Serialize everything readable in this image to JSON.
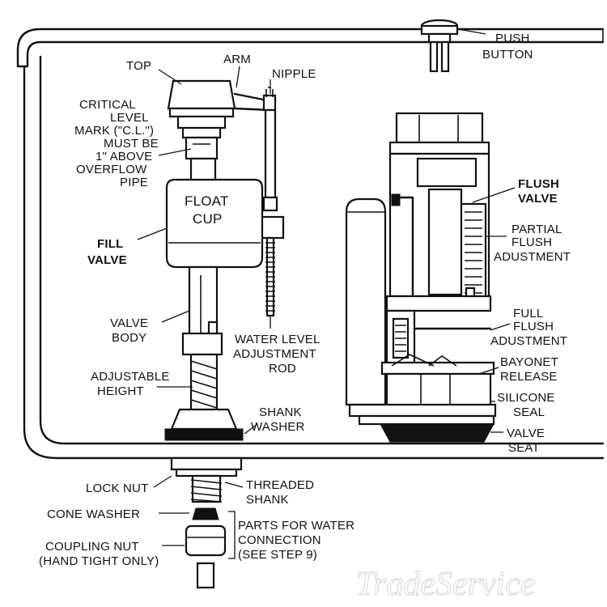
{
  "labels": {
    "push_button": [
      "PUSH",
      "BUTTON"
    ],
    "top": [
      "TOP"
    ],
    "arm": [
      "ARM"
    ],
    "nipple": [
      "NIPPLE"
    ],
    "critical_level": [
      "CRITICAL",
      "LEVEL",
      "MARK (\"C.L.\")",
      "MUST BE",
      "1\" ABOVE",
      "OVERFLOW",
      "PIPE"
    ],
    "float_cup": [
      "FLOAT",
      "CUP"
    ],
    "fill_valve": [
      "FILL",
      "VALVE"
    ],
    "valve_body": [
      "VALVE",
      "BODY"
    ],
    "water_level_rod": [
      "WATER LEVEL",
      "ADJUSTMENT",
      "ROD"
    ],
    "adjustable_height": [
      "ADJUSTABLE",
      "HEIGHT"
    ],
    "shank_washer": [
      "SHANK",
      "WASHER"
    ],
    "flush_valve": [
      "FLUSH",
      "VALVE"
    ],
    "partial_flush": [
      "PARTIAL",
      "FLUSH",
      "ADUSTMENT"
    ],
    "full_flush": [
      "FULL",
      "FLUSH",
      "ADUSTMENT"
    ],
    "bayonet_release": [
      "BAYONET",
      "RELEASE"
    ],
    "silicone_seal": [
      "SILICONE",
      "SEAL"
    ],
    "valve_seat": [
      "VALVE",
      "SEAT"
    ],
    "lock_nut": [
      "LOCK NUT"
    ],
    "threaded_shank": [
      "THREADED",
      "SHANK"
    ],
    "cone_washer": [
      "CONE WASHER"
    ],
    "parts_water": [
      "PARTS FOR WATER",
      "CONNECTION",
      "(SEE STEP 9)"
    ],
    "coupling_nut": [
      "COUPLING NUT",
      "(HAND TIGHT ONLY)"
    ]
  },
  "watermark": "TradeService"
}
